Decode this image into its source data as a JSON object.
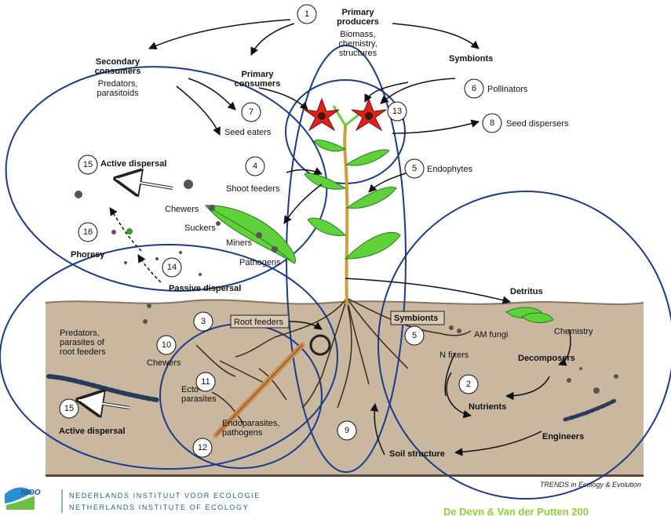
{
  "labels": {
    "primary_producers": "Primary\nproducers",
    "primary_producers_sub": "Biomass,\nchemistry,\nstructures",
    "secondary_consumers": "Secondary\nconsumers",
    "secondary_consumers_sub": "Predators,\nparasitoids",
    "primary_consumers": "Primary\nconsumers",
    "symbionts_top": "Symbionts",
    "pollinators": "Pollinators",
    "seed_eaters": "Seed eaters",
    "seed_dispersers": "Seed dispersers",
    "active_dispersal_top": "Active dispersal",
    "shoot_feeders": "Shoot feeders",
    "endophytes": "Endophytes",
    "chewers_top": "Chewers",
    "suckers": "Suckers",
    "miners": "Miners",
    "pathogens": "Pathogens",
    "phoresy": "Phoresy",
    "passive_dispersal": "Passive dispersal",
    "detritus": "Detritus",
    "root_feeders": "Root feeders",
    "symbionts_box": "Symbionts",
    "am_fungi": "AM fungi",
    "n_fixers": "N fixers",
    "chemistry": "Chemistry",
    "predators_root": "Predators,\nparasites of\nroot feeders",
    "chewers_bottom": "Chewers",
    "decomposers": "Decomposers",
    "ectoparasites": "Ecto-\nparasites",
    "nutrients": "Nutrients",
    "active_dispersal_bottom": "Active dispersal",
    "endoparasites": "Endoparasites,\npathogens",
    "engineers": "Engineers",
    "soil_structure": "Soil structure"
  },
  "numbers": {
    "n1": "1",
    "n2": "2",
    "n3": "3",
    "n4": "4",
    "n5a": "5",
    "n5b": "5",
    "n6": "6",
    "n7": "7",
    "n8": "8",
    "n9": "9",
    "n10": "10",
    "n11": "11",
    "n12": "12",
    "n13": "13",
    "n14": "14",
    "n15a": "15",
    "n15b": "15",
    "n16": "16"
  },
  "footer": {
    "credit": "TRENDS in Ecology & Evolution",
    "institute_nl": "NEDERLANDS INSTITUUT VOOR ECOLOGIE",
    "institute_en": "NETHERLANDS INSTITUTE OF ECOLOGY",
    "logo_text": "NIOO",
    "citation": "De Deyn & Van der Putten 200"
  },
  "colors": {
    "soil": "#c9b89f",
    "plant_green": "#5fd13a",
    "flower_red": "#e0201c",
    "stem": "#c9a03a",
    "ellipse_blue": "#1a3a8a",
    "citation_green": "#8fd03a"
  }
}
